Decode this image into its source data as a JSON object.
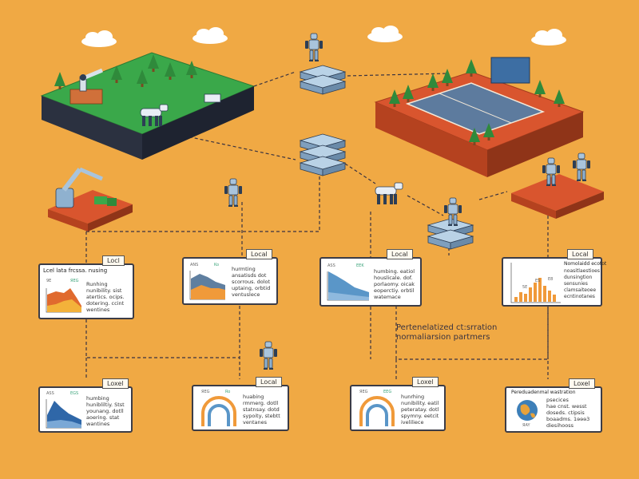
{
  "cards": [
    {
      "id": "c1",
      "tag": "Locl",
      "title": "Lcel lata frcssa. nusing",
      "label_a": "9E",
      "label_b": "ЯEG",
      "lines": [
        "Runhing",
        "nunibility. sist",
        "atertics. ocips.",
        "dotering. ccint",
        "wentines"
      ]
    },
    {
      "id": "c2",
      "tag": "Local",
      "title": "",
      "label_a": "ANS",
      "label_b": "Ko",
      "lines": [
        "hurmting",
        "ansatisds dot",
        "scorrous. dolot",
        "uptaing, orbtid",
        "ventuslece"
      ]
    },
    {
      "id": "c3",
      "tag": "Local",
      "title": "",
      "label_a": "ASS",
      "label_b": "EEK",
      "lines": [
        "humbing. eatiol",
        "houslicale. dof.",
        "porlaomy. oicak",
        "eoperctiy. orbtil",
        "watemace"
      ]
    },
    {
      "id": "c4",
      "tag": "Local",
      "title": "Nomolaidd ecotot",
      "label_a": "",
      "label_b": "",
      "lines": [
        "noasitlaestioes",
        "dunsingtion",
        "sensunies",
        "clamsaiteoee",
        "ecntinotanes"
      ],
      "bar_labels": [
        "5E",
        "ES",
        "E8"
      ]
    },
    {
      "id": "c5",
      "tag": "Loxel",
      "title": "",
      "label_a": "ASS",
      "label_b": "EGS",
      "lines": [
        "humbing",
        "hunibliltiy. Stst",
        "younang. dotll",
        "aoering. stat",
        "wantines"
      ]
    },
    {
      "id": "c6",
      "tag": "Local",
      "title": "",
      "label_a": "ЯEG",
      "label_b": "Ro",
      "lines": [
        "huabing",
        "rmmerg. dotll",
        "statnsay. dotd",
        "sypoity, stebtt",
        "ventanes"
      ]
    },
    {
      "id": "c7",
      "tag": "Loxel",
      "title": "",
      "label_a": "ЯEG",
      "label_b": "EEG",
      "lines": [
        "hunrhing",
        "nunibility. eatil",
        "peteratay. dotl",
        "spymny. eetcit",
        "iveliliece"
      ]
    },
    {
      "id": "c8",
      "tag": "Loxel",
      "title": "Pereduadenmal wastration",
      "label_a": "",
      "label_b": "ЯAY",
      "lines": [
        "psecices",
        "hae cnst. wesst",
        "doseds. ctipsis",
        "boaadms. 1ɘɘɘ3",
        "diesihooss"
      ]
    }
  ],
  "annotation": {
    "line1": "Pertenelatized ct:srration",
    "line2": "normaliarsion partmers"
  },
  "colors": {
    "background": "#f0a944",
    "grass": "#3aa84a",
    "platform_red": "#d9552e",
    "card_border": "#3c3c46",
    "robot_blue": "#a9c4dc"
  }
}
